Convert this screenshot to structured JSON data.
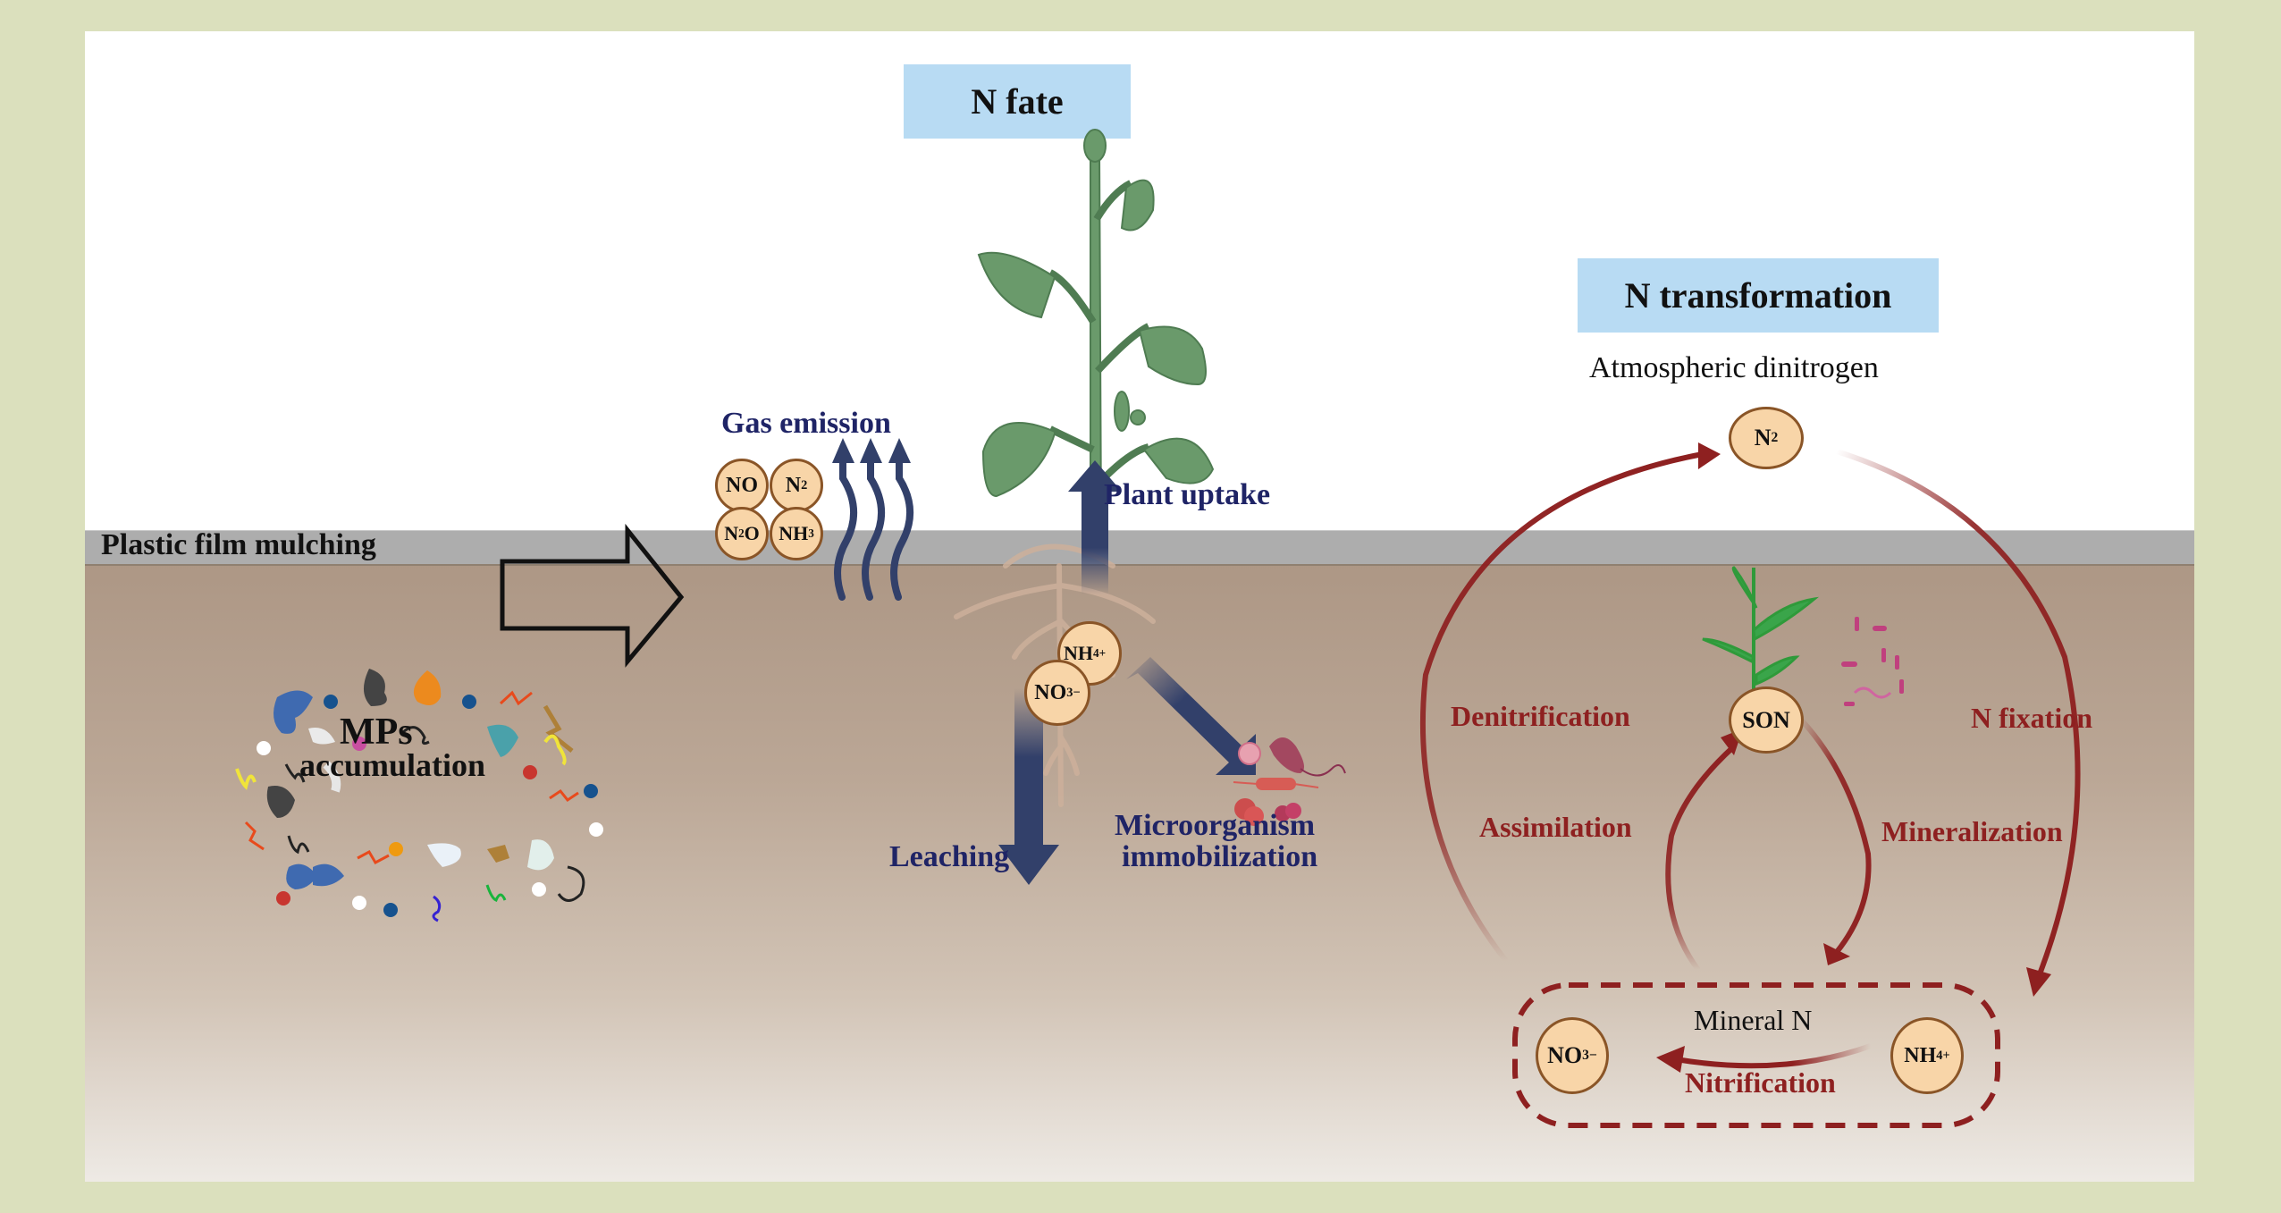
{
  "titles": {
    "n_fate": "N fate",
    "n_transformation": "N transformation"
  },
  "left": {
    "plastic_film_label": "Plastic film mulching",
    "mps_title": "MPs",
    "mps_subtitle": "accumulation"
  },
  "n_fate": {
    "gas_emission": "Gas emission",
    "plant_uptake": "Plant uptake",
    "leaching": "Leaching",
    "micro_line1": "Microorganism",
    "micro_line2": "immobilization",
    "gases": [
      {
        "base": "NO",
        "sub": "",
        "sup": ""
      },
      {
        "base": "N",
        "sub": "2",
        "sup": ""
      },
      {
        "base": "N",
        "sub": "2",
        "tail": "O"
      },
      {
        "base": "NH",
        "sub": "3",
        "sup": ""
      }
    ],
    "soil_ions": {
      "nh4": {
        "base": "NH",
        "sub": "4",
        "sup": "+"
      },
      "no3": {
        "base": "NO",
        "sub": "3",
        "sup": "−"
      }
    }
  },
  "n_transformation": {
    "atmospheric_label": "Atmospheric dinitrogen",
    "n2": {
      "base": "N",
      "sub": "2"
    },
    "son": "SON",
    "mineral_n": "Mineral N",
    "no3": {
      "base": "NO",
      "sub": "3",
      "sup": "−"
    },
    "nh4": {
      "base": "NH",
      "sub": "4",
      "sup": "+"
    },
    "processes": {
      "denitrification": "Denitrification",
      "n_fixation": "N fixation",
      "assimilation": "Assimilation",
      "mineralization": "Mineralization",
      "nitrification": "Nitrification"
    }
  },
  "colors": {
    "background": "#dbe0bd",
    "title_box": "#b8dbf3",
    "navy_text": "#1f2466",
    "arrow_navy": "#32406a",
    "cycle_red": "#8e2020",
    "molecule_fill": "#f8d5a8",
    "molecule_border": "#8a5527",
    "film_grey": "#adadad",
    "soil_top": "#ad9785"
  }
}
